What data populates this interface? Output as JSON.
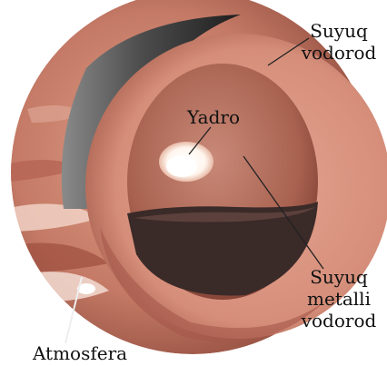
{
  "labels": {
    "liquid_hydrogen": "Suyuq\nvodorod",
    "core": "Yadro",
    "metallic_hydrogen": "Suyuq\nmetalli\nvodorod",
    "atmosphere": "Atmosfera"
  }
}
